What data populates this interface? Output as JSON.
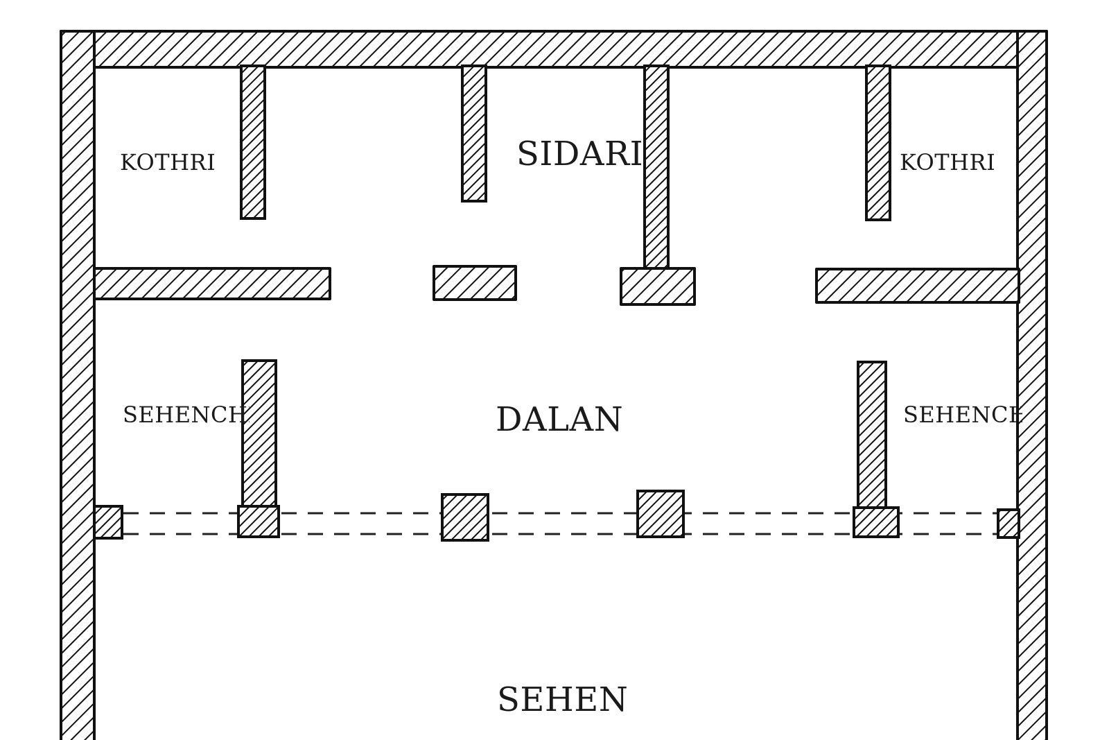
{
  "rooms": {
    "sidari": "SIDARI",
    "kothri_left": "KOTHRI",
    "kothri_right": "KOTHRI",
    "sehenchi_left": "SEHENCHI",
    "sehenchi_right": "SEHENCHI",
    "dalan": "DALAN",
    "sehen": "SEHEN"
  },
  "colors": {
    "ink": "#111111",
    "paper": "#ffffff"
  }
}
